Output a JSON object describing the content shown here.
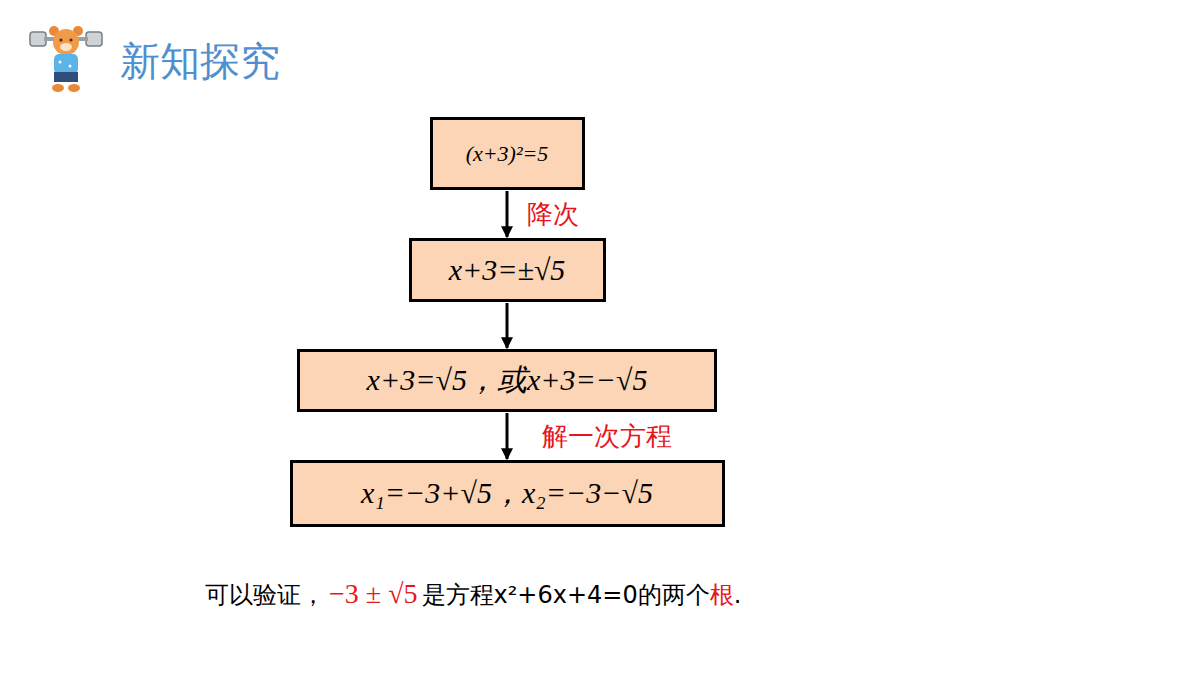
{
  "diagram": {
    "title": "新知探究",
    "nodes": [
      {
        "text": [
          "(x+3)²=5"
        ]
      },
      {
        "text": [
          "x+3=±√5"
        ]
      },
      {
        "text": [
          "x+3=√5，或x+3=−√5"
        ]
      },
      {
        "text": [
          "x₁=−3+√5，x₂=−3−√5"
        ]
      }
    ],
    "edges": [
      {
        "from": 0,
        "to": 1,
        "label": "降次",
        "arrow": "to"
      },
      {
        "from": 1,
        "to": 2,
        "arrow": "to"
      },
      {
        "from": 2,
        "to": 3,
        "label": "解一次方程",
        "arrow": "to"
      }
    ],
    "labels": [
      "可以验证，",
      "−3 ± √5",
      "是方程x²+6x+4=0的两个",
      "根",
      "."
    ]
  }
}
